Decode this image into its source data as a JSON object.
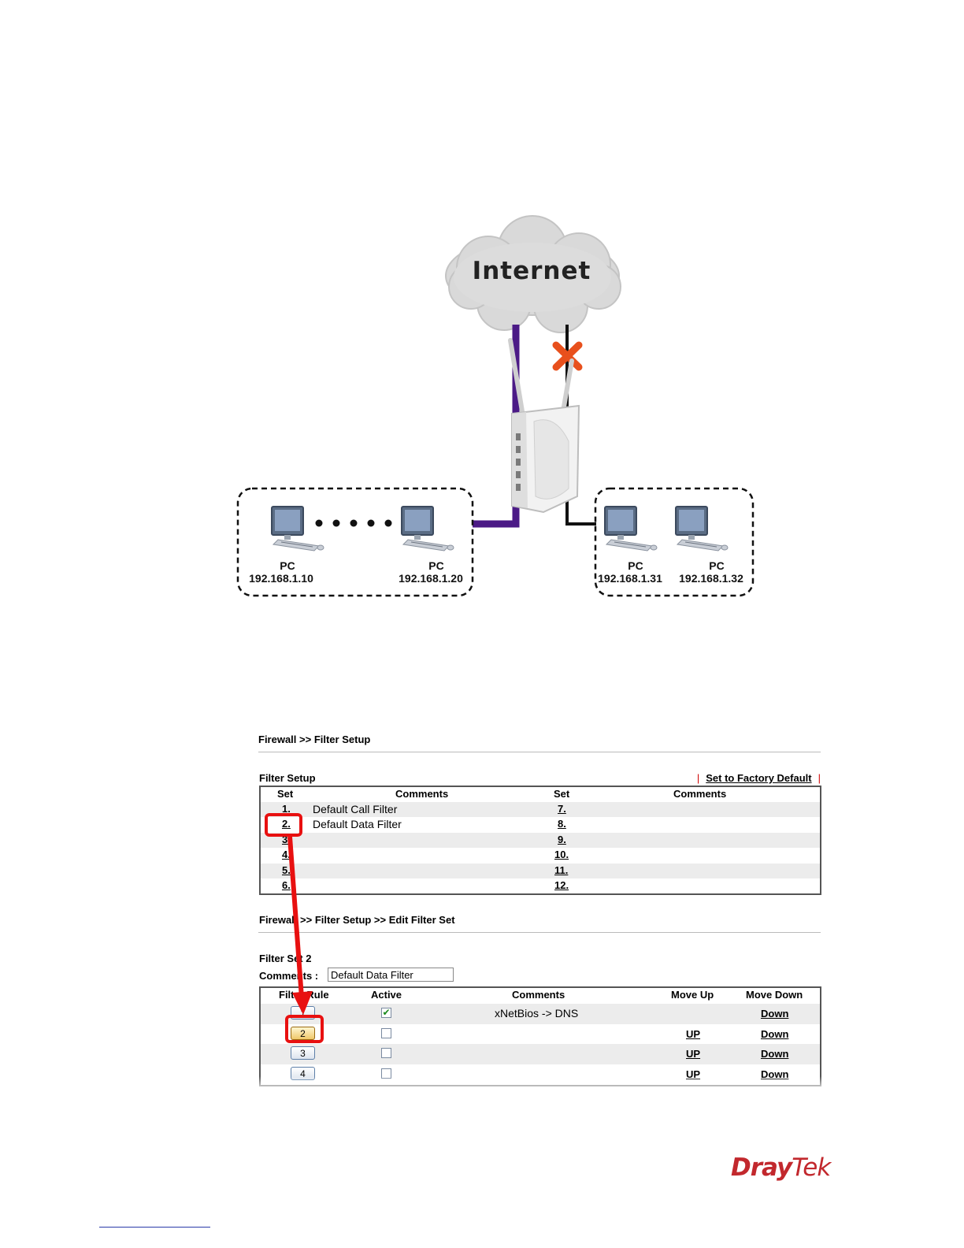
{
  "diagram": {
    "cloud_label": "Internet",
    "left_group": [
      {
        "label": "PC",
        "ip": "192.168.1.10"
      },
      {
        "label": "PC",
        "ip": "192.168.1.20"
      }
    ],
    "right_group": [
      {
        "label": "PC",
        "ip": "192.168.1.31"
      },
      {
        "label": "PC",
        "ip": "192.168.1.32"
      }
    ],
    "colors": {
      "allowed_link": "#4b1a86",
      "blocked_link": "#111111",
      "block_mark": "#e8501c"
    }
  },
  "ui": {
    "page_title": "Firewall >> Filter Setup",
    "filter_setup_title": "Filter Setup",
    "factory_default_label": "Set to Factory Default",
    "sets_table": {
      "headers": [
        "Set",
        "Comments",
        "Set",
        "Comments"
      ],
      "rows": [
        {
          "set_a": "1.",
          "comment_a": "Default Call Filter",
          "set_b": "7.",
          "comment_b": ""
        },
        {
          "set_a": "2.",
          "comment_a": "Default Data Filter",
          "set_b": "8.",
          "comment_b": ""
        },
        {
          "set_a": "3.",
          "comment_a": "",
          "set_b": "9.",
          "comment_b": ""
        },
        {
          "set_a": "4.",
          "comment_a": "",
          "set_b": "10.",
          "comment_b": ""
        },
        {
          "set_a": "5.",
          "comment_a": "",
          "set_b": "11.",
          "comment_b": ""
        },
        {
          "set_a": "6.",
          "comment_a": "",
          "set_b": "12.",
          "comment_b": ""
        }
      ]
    },
    "edit_title": "Firewall >> Filter Setup >> Edit Filter Set",
    "filter_set_label": "Filter Set 2",
    "comments_label": "Comments :",
    "comments_value": "Default Data Filter",
    "rules_table": {
      "headers": [
        "Filter Rule",
        "Active",
        "Comments",
        "Move Up",
        "Move Down"
      ],
      "rows": [
        {
          "rule": "1",
          "active": true,
          "comment": "xNetBios -> DNS",
          "up": "",
          "down": "Down"
        },
        {
          "rule": "2",
          "active": false,
          "comment": "",
          "up": "UP",
          "down": "Down"
        },
        {
          "rule": "3",
          "active": false,
          "comment": "",
          "up": "UP",
          "down": "Down"
        },
        {
          "rule": "4",
          "active": false,
          "comment": "",
          "up": "UP",
          "down": "Down"
        }
      ]
    },
    "highlight_color": "#e81010"
  },
  "footer": {
    "logo_part1": "Dray",
    "logo_part2": "Tek"
  }
}
